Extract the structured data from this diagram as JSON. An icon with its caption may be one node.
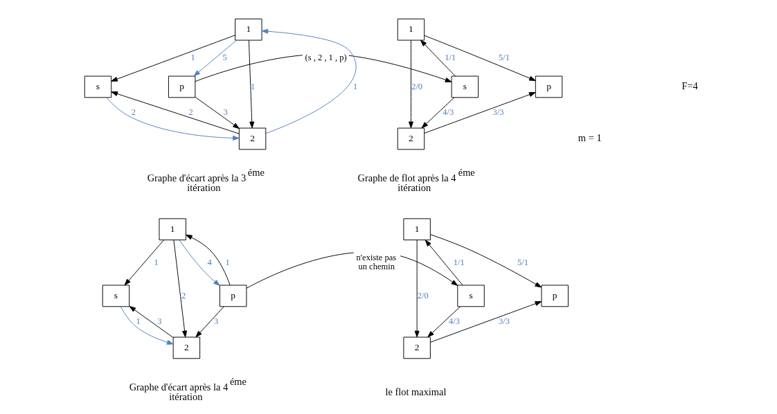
{
  "diagram": {
    "nodes": [
      {
        "text": [
          "1"
        ]
      },
      {
        "text": [
          "s"
        ]
      },
      {
        "text": [
          "p"
        ]
      },
      {
        "text": [
          "2"
        ]
      },
      {
        "text": [
          "1"
        ]
      },
      {
        "text": [
          "s"
        ]
      },
      {
        "text": [
          "p"
        ]
      },
      {
        "text": [
          "2"
        ]
      },
      {
        "text": [
          "1"
        ]
      },
      {
        "text": [
          "s"
        ]
      },
      {
        "text": [
          "p"
        ]
      },
      {
        "text": [
          "2"
        ]
      },
      {
        "text": [
          "1"
        ]
      },
      {
        "text": [
          "s"
        ]
      },
      {
        "text": [
          "p"
        ]
      },
      {
        "text": [
          "2"
        ]
      }
    ],
    "edges": [
      {
        "from": 0,
        "to": 1,
        "arrow": "to",
        "label": "1"
      },
      {
        "from": 0,
        "to": 3,
        "arrow": "to",
        "label": "1"
      },
      {
        "from": 3,
        "to": 0,
        "arrow": "to",
        "label": "1",
        "color": "#4f81bd"
      },
      {
        "from": 0,
        "to": 2,
        "arrow": "to",
        "label": "5",
        "color": "#4f81bd"
      },
      {
        "from": 1,
        "to": 3,
        "arrow": "to",
        "label": "2",
        "color": "#4f81bd"
      },
      {
        "from": 3,
        "to": 1,
        "arrow": "to",
        "label": "2"
      },
      {
        "from": 2,
        "to": 3,
        "arrow": "to",
        "label": "3"
      },
      {
        "from": 2,
        "to": 5,
        "arrow": "to",
        "label": "(s , 2 , 1 , p)"
      },
      {
        "from": 5,
        "to": 4,
        "arrow": "to",
        "label": "1/1"
      },
      {
        "from": 4,
        "to": 7,
        "arrow": "to",
        "label": "2/0"
      },
      {
        "from": 4,
        "to": 6,
        "arrow": "to",
        "label": "5/1"
      },
      {
        "from": 5,
        "to": 7,
        "arrow": "to",
        "label": "4/3"
      },
      {
        "from": 7,
        "to": 6,
        "arrow": "to",
        "label": "3/3"
      },
      {
        "from": 8,
        "to": 9,
        "arrow": "to",
        "label": "1"
      },
      {
        "from": 8,
        "to": 11,
        "arrow": "to",
        "label": "2"
      },
      {
        "from": 8,
        "to": 10,
        "arrow": "to",
        "label": "4",
        "color": "#4f81bd"
      },
      {
        "from": 10,
        "to": 8,
        "arrow": "to",
        "label": "1"
      },
      {
        "from": 9,
        "to": 11,
        "arrow": "to",
        "label": "1",
        "color": "#4f81bd"
      },
      {
        "from": 11,
        "to": 9,
        "arrow": "to",
        "label": "3"
      },
      {
        "from": 10,
        "to": 11,
        "arrow": "to",
        "label": "3"
      },
      {
        "from": 10,
        "to": 13,
        "arrow": "to",
        "label": "n'existe pas un chemin"
      },
      {
        "from": 13,
        "to": 12,
        "arrow": "to",
        "label": "1/1"
      },
      {
        "from": 12,
        "to": 15,
        "arrow": "to",
        "label": "2/0"
      },
      {
        "from": 12,
        "to": 14,
        "arrow": "to",
        "label": "5/1"
      },
      {
        "from": 13,
        "to": 15,
        "arrow": "to",
        "label": "4/3"
      },
      {
        "from": 15,
        "to": 14,
        "arrow": "to",
        "label": "3/3"
      }
    ],
    "labels": [
      "m = 1",
      "Graphe d'écart après la 3$^{éme}$ itération",
      "Graphe de flot après la 4$^{éme}$ itération",
      "F=4",
      "Graphe d'écart après la 4$^{éme}$ itération",
      "le flot maximal"
    ]
  }
}
